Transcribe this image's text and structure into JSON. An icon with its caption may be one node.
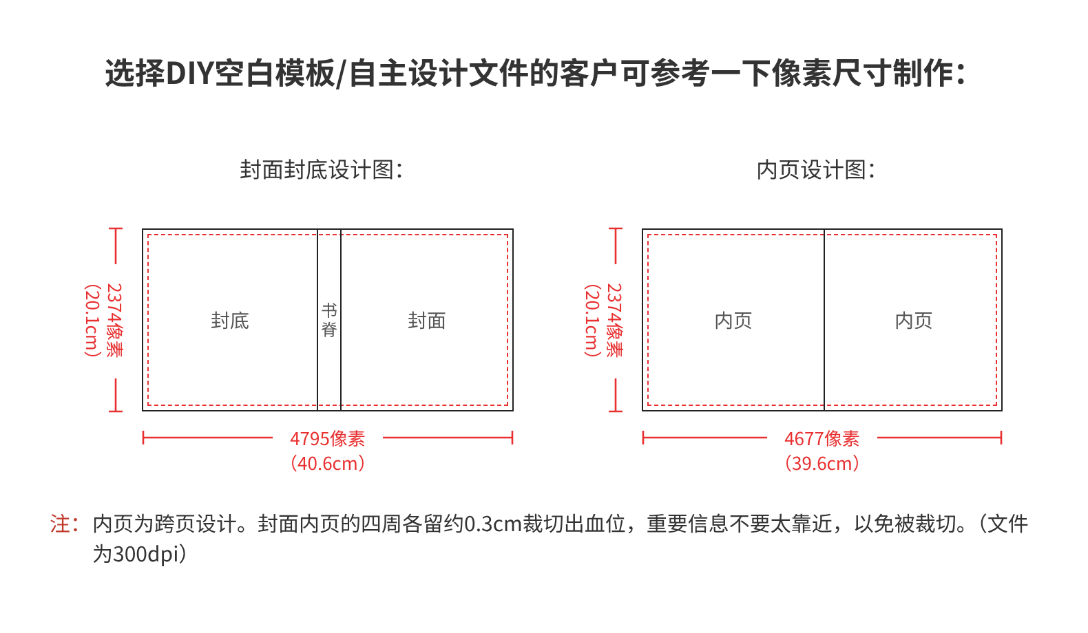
{
  "diagram": {
    "title": "选择DIY空白模板/自主设计文件的客户可参考一下像素尺寸制作：",
    "nodes": [
      {
        "text": [
          "封面封底设计图："
        ]
      },
      {
        "text": [
          "封底"
        ],
        "in": 0
      },
      {
        "text": [
          "书脊"
        ],
        "in": 0
      },
      {
        "text": [
          "封面"
        ],
        "in": 0
      },
      {
        "text": [
          "内页设计图："
        ]
      },
      {
        "text": [
          "内页"
        ],
        "in": 4
      },
      {
        "text": [
          "内页"
        ],
        "in": 4
      }
    ],
    "edges": [],
    "labels": [
      "2374像素",
      "（20.1cm）",
      "4795像素",
      "（40.6cm）",
      "2374像素",
      "（20.1cm）",
      "4677像素",
      "（39.6cm）",
      "注：",
      "内页为跨页设计。封面内页的四周各留约0.3cm裁切出血位，重要信息不要太靠近，以免被裁切。（文件为300dpi）"
    ]
  }
}
